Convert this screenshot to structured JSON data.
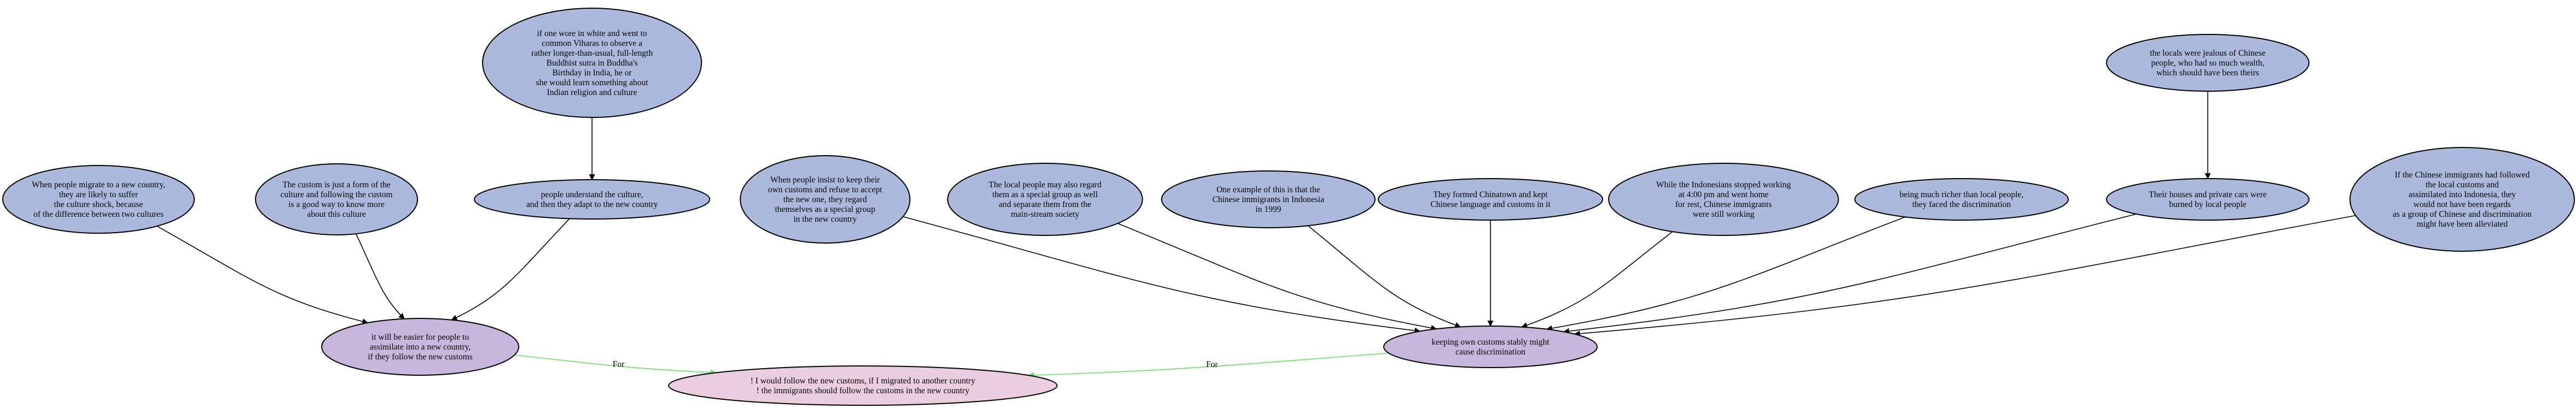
{
  "nodes": {
    "n_vihara": {
      "kind": "premise",
      "lines": [
        "if one wore in white and went to",
        "common Viharas to observe a",
        "rather longer-than-usual, full-length",
        "Buddhist sutra in Buddha's",
        "Birthday in India, he or",
        "she would learn something about",
        "Indian religion and culture"
      ]
    },
    "n_jealous": {
      "kind": "premise",
      "lines": [
        "the locals were jealous of Chinese",
        "people, who had so much wealth,",
        "which should have been theirs"
      ]
    },
    "n_migrate": {
      "kind": "premise",
      "lines": [
        "When people migrate to a new country,",
        "they are likely to suffer",
        "the culture shock, because",
        "of the difference between two cultures"
      ]
    },
    "n_custom_form": {
      "kind": "premise",
      "lines": [
        "The custom is just a form of the",
        "culture and following the custom",
        "is a good way to know more",
        "about this culture"
      ]
    },
    "n_understand": {
      "kind": "premise",
      "lines": [
        "people understand the culture,",
        "and then they adapt to the new country"
      ]
    },
    "n_insist": {
      "kind": "premise",
      "lines": [
        "When people insist to keep their",
        "own customs and refuse to accept",
        "the new one, they regard",
        "themselves as a special group",
        "in the new country"
      ]
    },
    "n_local_regard": {
      "kind": "premise",
      "lines": [
        "The local people may also regard",
        "them as a special group as well",
        "and separate them from the",
        "main-stream society"
      ]
    },
    "n_example": {
      "kind": "premise",
      "lines": [
        "One example of this is that the",
        "Chinese immigrants in Indonesia",
        "in 1999"
      ]
    },
    "n_chinatown": {
      "kind": "premise",
      "lines": [
        "They formed Chinatown and kept",
        "Chinese language and customs in it"
      ]
    },
    "n_stopped": {
      "kind": "premise",
      "lines": [
        "While the Indonesians stopped working",
        "at 4:00 pm and went home",
        "for rest, Chinese immigrants",
        "were still working"
      ]
    },
    "n_richer": {
      "kind": "premise",
      "lines": [
        "being much richer than local people,",
        "they faced the discrimination"
      ]
    },
    "n_houses": {
      "kind": "premise",
      "lines": [
        "Their houses and private cars were",
        "burned by local people"
      ]
    },
    "n_if_followed": {
      "kind": "premise",
      "lines": [
        "If the Chinese immigrants had followed",
        "the local customs and",
        "assimilated into Indonesia, they",
        "would not have been regards",
        "as a group of Chinese and discrimination",
        "might have been alleviated"
      ]
    },
    "n_easier": {
      "kind": "claim",
      "lines": [
        "it will be easier for people to",
        "assimilate into a new country,",
        "if they follow the new customs"
      ]
    },
    "n_keeping": {
      "kind": "claim",
      "lines": [
        "keeping own customs stably might",
        "cause discrimination"
      ]
    },
    "n_conclusion": {
      "kind": "conclusion",
      "lines": [
        "! I would follow the new customs, if I migrated to another country",
        "! the immigrants should follow the customs in the new country"
      ]
    }
  },
  "edges": [
    {
      "from": "n_vihara",
      "to": "n_understand",
      "label": ""
    },
    {
      "from": "n_jealous",
      "to": "n_houses",
      "label": ""
    },
    {
      "from": "n_migrate",
      "to": "n_easier",
      "label": ""
    },
    {
      "from": "n_custom_form",
      "to": "n_easier",
      "label": ""
    },
    {
      "from": "n_understand",
      "to": "n_easier",
      "label": ""
    },
    {
      "from": "n_insist",
      "to": "n_keeping",
      "label": ""
    },
    {
      "from": "n_local_regard",
      "to": "n_keeping",
      "label": ""
    },
    {
      "from": "n_example",
      "to": "n_keeping",
      "label": ""
    },
    {
      "from": "n_chinatown",
      "to": "n_keeping",
      "label": ""
    },
    {
      "from": "n_stopped",
      "to": "n_keeping",
      "label": ""
    },
    {
      "from": "n_richer",
      "to": "n_keeping",
      "label": ""
    },
    {
      "from": "n_houses",
      "to": "n_keeping",
      "label": ""
    },
    {
      "from": "n_if_followed",
      "to": "n_keeping",
      "label": ""
    },
    {
      "from": "n_easier",
      "to": "n_conclusion",
      "label": "For"
    },
    {
      "from": "n_keeping",
      "to": "n_conclusion",
      "label": "For"
    }
  ],
  "colors": {
    "premise_fill": "#abb9dc",
    "claim_fill": "#c8b7dc",
    "conclusion_fill": "#ebcde0",
    "support_edge": "#5ee65e",
    "default_edge": "#000000"
  }
}
